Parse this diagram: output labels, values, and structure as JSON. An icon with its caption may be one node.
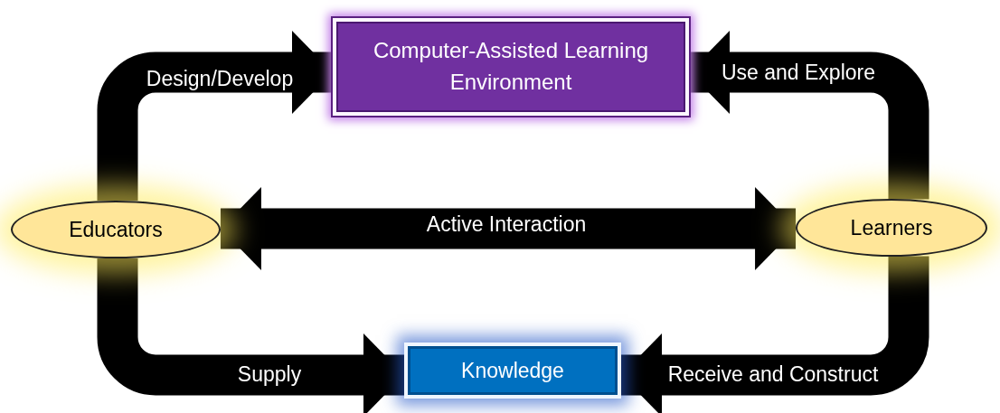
{
  "diagram": {
    "nodes": [
      {
        "text": [
          "Computer-Assisted Learning Environment"
        ]
      },
      {
        "text": [
          "Educators"
        ]
      },
      {
        "text": [
          "Learners"
        ]
      },
      {
        "text": [
          "Knowledge"
        ]
      }
    ],
    "edges": [
      {
        "from": 1,
        "to": 0,
        "arrow": "to",
        "label": "Design/Develop"
      },
      {
        "from": 2,
        "to": 0,
        "arrow": "to",
        "label": "Use and Explore"
      },
      {
        "from": 1,
        "to": 2,
        "arrow": "both",
        "label": "Active Interaction"
      },
      {
        "from": 1,
        "to": 3,
        "arrow": "to",
        "label": "Supply"
      },
      {
        "from": 2,
        "to": 3,
        "arrow": "to",
        "label": "Receive and Construct"
      }
    ]
  }
}
